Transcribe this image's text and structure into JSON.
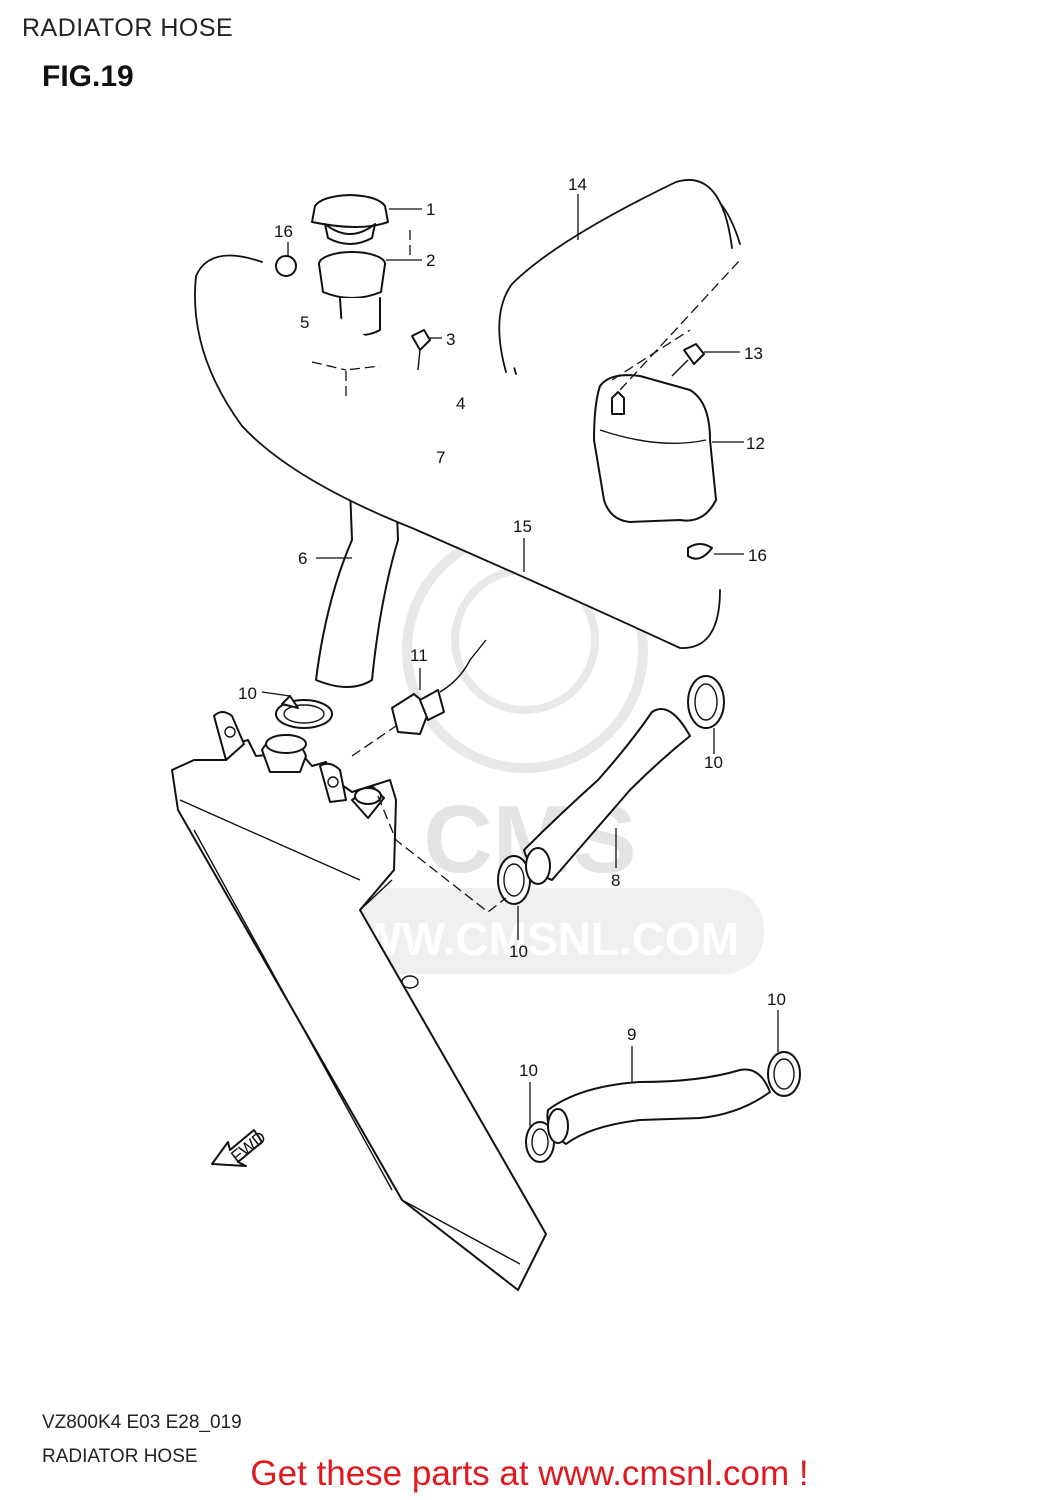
{
  "header": {
    "title": "RADIATOR HOSE",
    "figure": "FIG.19"
  },
  "footer": {
    "code": "VZ800K4 E03 E28_019",
    "name": "RADIATOR HOSE",
    "cta": "Get these parts at www.cmsnl.com !"
  },
  "watermark": {
    "brand": "CMS",
    "url": "WWW.CMSNL.COM"
  },
  "fwd_label": "FWD",
  "callouts": {
    "c1": "1",
    "c2": "2",
    "c3": "3",
    "c4": "4",
    "c5": "5",
    "c6": "6",
    "c7": "7",
    "c8": "8",
    "c9": "9",
    "c10a": "10",
    "c10b": "10",
    "c10c": "10",
    "c10d": "10",
    "c10e": "10",
    "c11": "11",
    "c12": "12",
    "c13": "13",
    "c14": "14",
    "c15": "15",
    "c16a": "16",
    "c16b": "16"
  }
}
